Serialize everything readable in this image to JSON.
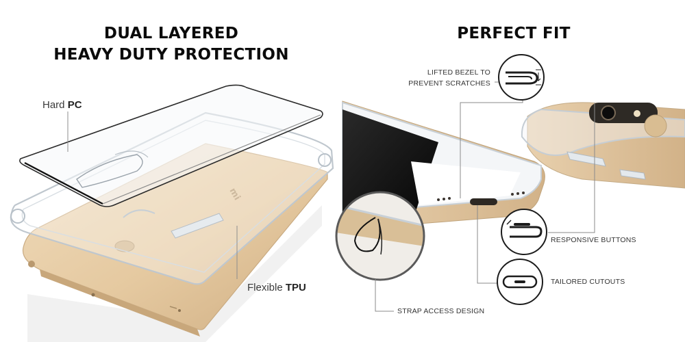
{
  "left": {
    "title": {
      "line1": "DUAL LAYERED",
      "line2": "HEAVY DUTY PROTECTION"
    },
    "labels": {
      "hard_prefix": "Hard",
      "hard_strong": "PC",
      "flex_prefix": "Flexible",
      "flex_strong": "TPU"
    },
    "phone_brand": "mi"
  },
  "right": {
    "title": "PERFECT FIT",
    "features": {
      "lifted_line1": "LIFTED BEZEL TO",
      "lifted_line2": "PREVENT SCRATCHES",
      "responsive": "RESPONSIVE BUTTONS",
      "tailored": "TAILORED CUTOUTS",
      "strap": "STRAP ACCESS DESIGN"
    }
  },
  "icons": {
    "bezel": "lifted-bezel-icon",
    "button": "responsive-button-icon",
    "cutout": "tailored-cutout-icon"
  },
  "colors": {
    "gold": "#e6cda7",
    "gold_dark": "#c9ab82",
    "screen": "#0d0d0d",
    "case_edge": "#c4ccd3",
    "text": "#0b0b0b",
    "callout_line": "#888888"
  }
}
